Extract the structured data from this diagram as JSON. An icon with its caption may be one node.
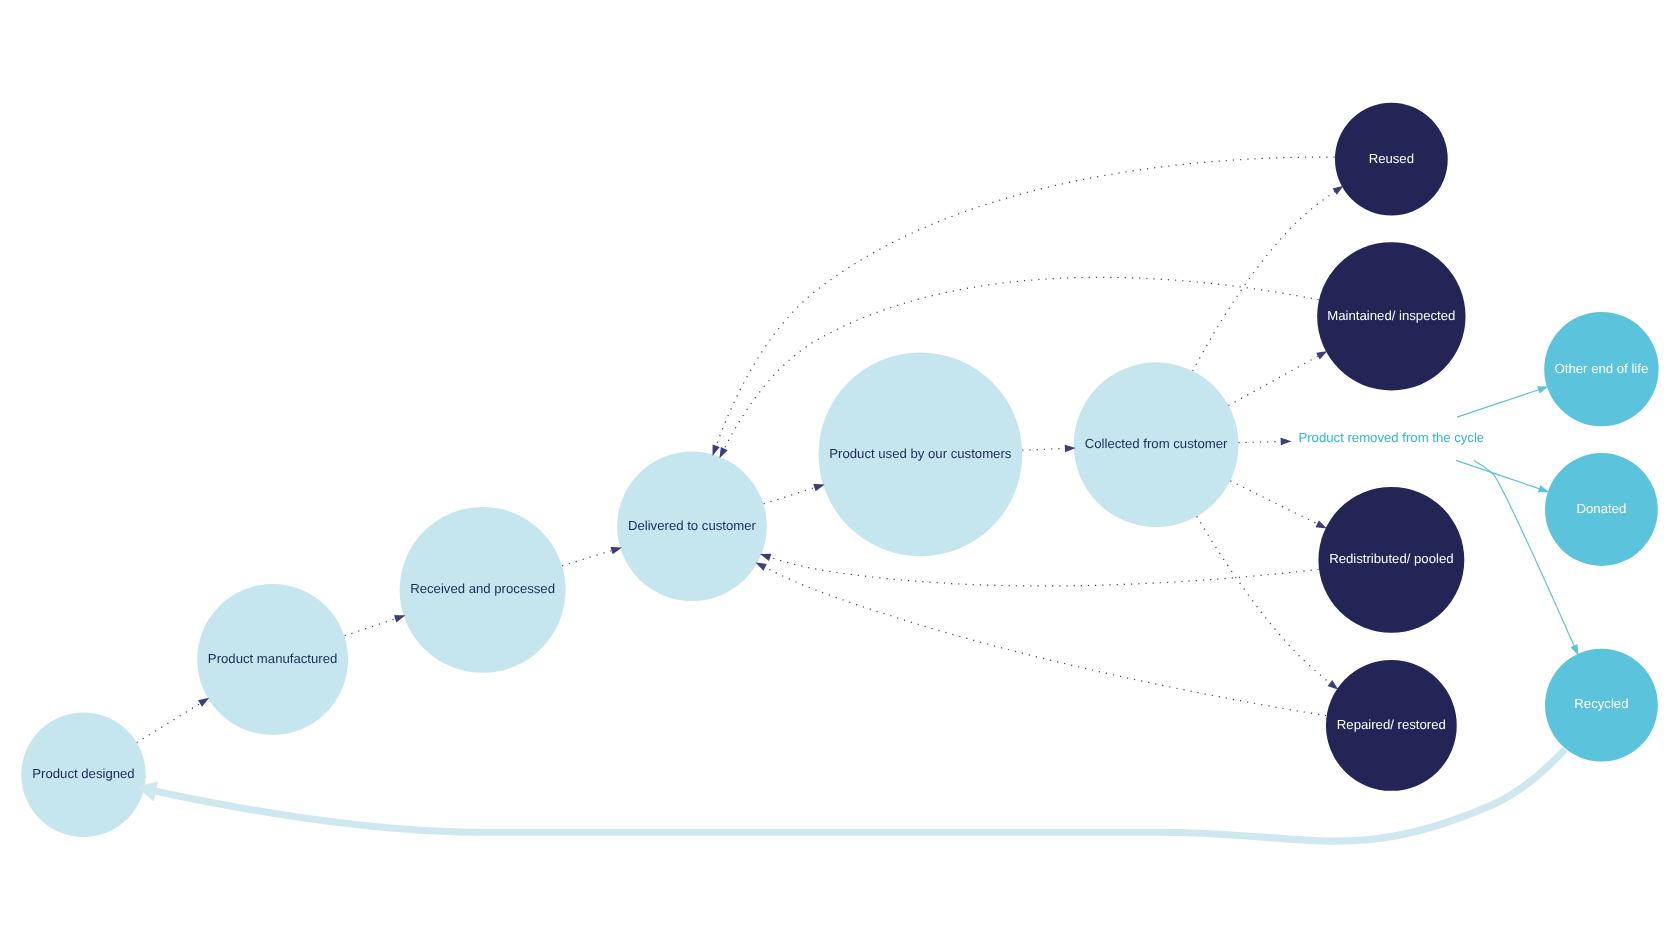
{
  "diagram": {
    "nodes": [
      {
        "text": [
          "Product designed"
        ]
      },
      {
        "text": [
          "Product manufactured"
        ]
      },
      {
        "text": [
          "Received and processed"
        ]
      },
      {
        "text": [
          "Delivered to customer"
        ]
      },
      {
        "text": [
          "Product used by our customers"
        ]
      },
      {
        "text": [
          "Collected from customer"
        ]
      },
      {
        "text": [
          "Product removed from the cycle"
        ]
      },
      {
        "text": [
          "Donated"
        ]
      },
      {
        "text": [
          "Other end of life"
        ]
      },
      {
        "text": [
          "Recycled"
        ]
      },
      {
        "text": [
          "Maintained/ inspected"
        ]
      },
      {
        "text": [
          "Redistributed/ pooled"
        ]
      },
      {
        "text": [
          "Repaired/ restored"
        ]
      },
      {
        "text": [
          "Reused"
        ]
      }
    ],
    "edges": [
      {
        "from": 0,
        "to": 1,
        "arrow": "to",
        "style": "dashed"
      },
      {
        "from": 1,
        "to": 2,
        "arrow": "to",
        "style": "dashed"
      },
      {
        "from": 2,
        "to": 3,
        "arrow": "to",
        "style": "dashed"
      },
      {
        "from": 3,
        "to": 4,
        "arrow": "to",
        "style": "dashed"
      },
      {
        "from": 4,
        "to": 5,
        "arrow": "to",
        "style": "dashed"
      },
      {
        "from": 5,
        "to": 6,
        "arrow": "to",
        "style": "dashed"
      },
      {
        "from": 6,
        "to": 7,
        "arrow": "to",
        "color": "#5bc3dc"
      },
      {
        "from": 6,
        "to": 8,
        "arrow": "to",
        "color": "#5bc3dc"
      },
      {
        "from": 6,
        "to": 9,
        "arrow": "to",
        "color": "#5bc3dc"
      },
      {
        "from": 5,
        "to": 10,
        "arrow": "to",
        "style": "dashed"
      },
      {
        "from": 10,
        "to": 3,
        "arrow": "to",
        "style": "dashed"
      },
      {
        "from": 5,
        "to": 11,
        "arrow": "to",
        "style": "dashed"
      },
      {
        "from": 11,
        "to": 3,
        "arrow": "to",
        "style": "dashed"
      },
      {
        "from": 5,
        "to": 12,
        "arrow": "to",
        "style": "dashed"
      },
      {
        "from": 12,
        "to": 3,
        "arrow": "to",
        "style": "dashed"
      },
      {
        "from": 5,
        "to": 13,
        "arrow": "to",
        "style": "dashed"
      },
      {
        "from": 13,
        "to": 3,
        "arrow": "to",
        "style": "dashed"
      },
      {
        "from": 9,
        "to": 0,
        "arrow": "to",
        "style": "thick",
        "color": "#cfe8ef"
      }
    ]
  }
}
